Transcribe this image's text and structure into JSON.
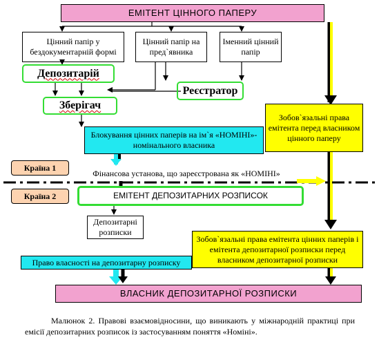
{
  "issuer": "ЕМІТЕНТ ЦІННОГО ПАПЕРУ",
  "security_forms": {
    "book_entry": "Цінний папір у бездокументарній формі",
    "bearer": "Цінний папір на пред`явника",
    "registered": "Іменний цінний папір"
  },
  "depository": "Депозитарій",
  "registrar": "Реєстратор",
  "custodian": "Зберігач",
  "blocking": "Блокування цінних паперів на ім`я «НОМІНІ»-номінального власника",
  "obligations_issuer": "Зобов`язальні права емітента перед власником цінного паперу",
  "country_1": "Країна 1",
  "country_2": "Країна 2",
  "financial_institution": "Фінансова установа, що зареєстрована як «НОМІНІ»",
  "dr_issuer": "ЕМІТЕНТ ДЕПОЗИТАРНИХ РОЗПИСОК",
  "depositary_receipts": "Депозитарні розписки",
  "obligations_dr": "Зобов`язальні права емітента цінних паперів і емітента депозитарної розписки перед власником депозитарної розписки",
  "ownership_right": "Право власності на депозитарну розписку",
  "dr_owner": "ВЛАСНИК ДЕПОЗИТАРНОЇ РОЗПИСКИ",
  "caption": "Малюнок 2. Правові взаємовідносини, що виникають у міжнародній практиці при емісії депозитарних розписок із застосуванням поняття «Номіні».",
  "colors": {
    "pink": "#f2a2cf",
    "green": "#33dd33",
    "cyan": "#22e8f0",
    "yellow": "#ffff00",
    "orange": "#fdd3b0"
  }
}
